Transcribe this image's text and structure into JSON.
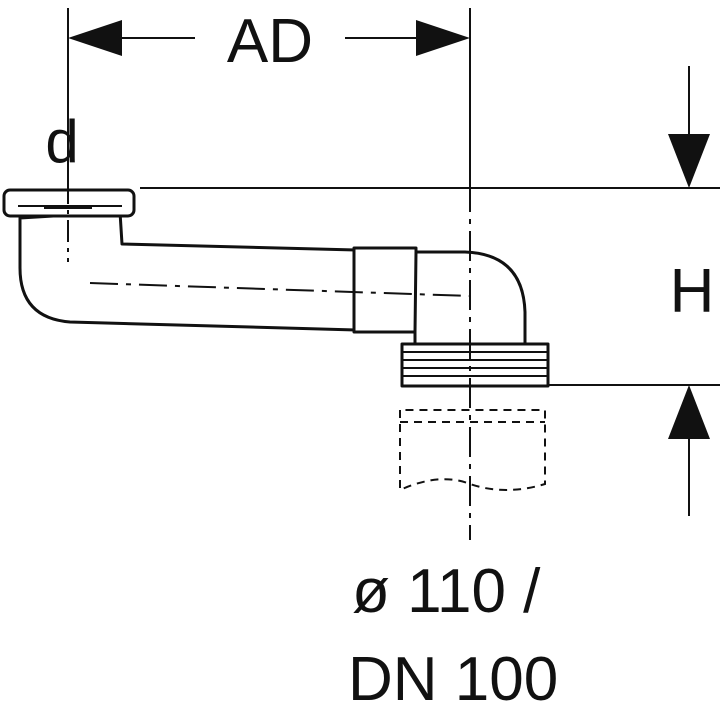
{
  "labels": {
    "ad": "AD",
    "d": "d",
    "h": "H",
    "diameter": "ø 110 /",
    "nominal": "DN 100"
  },
  "colors": {
    "ink": "#111111",
    "background": "#ffffff"
  }
}
